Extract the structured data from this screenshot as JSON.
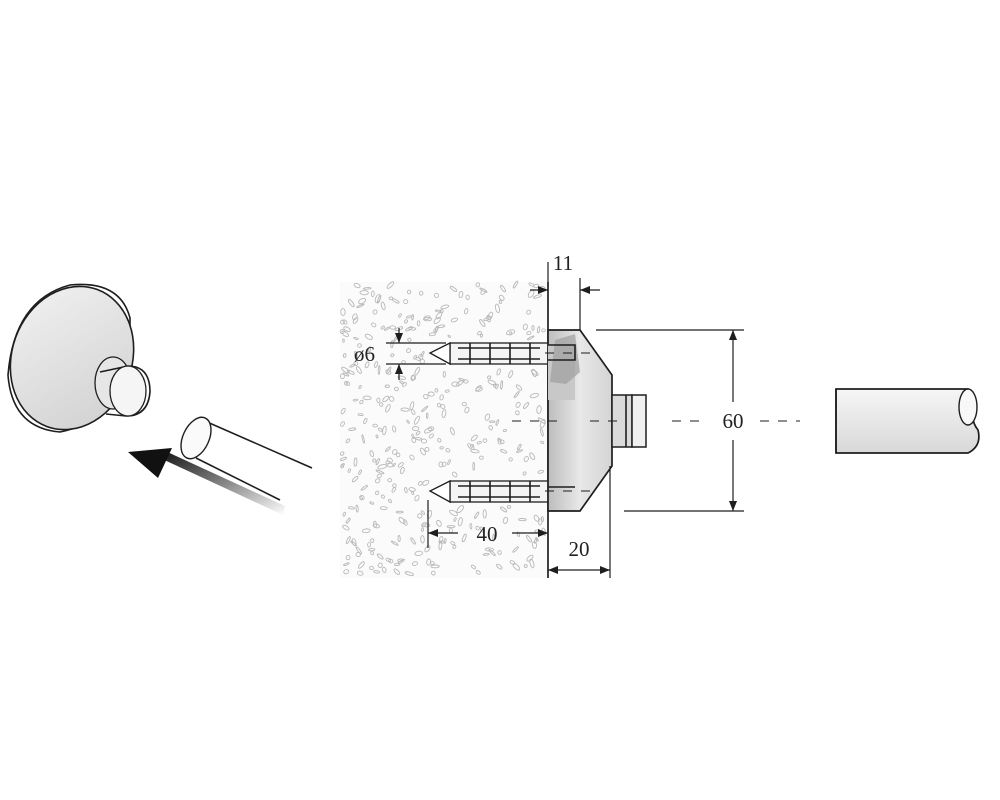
{
  "dimensions": {
    "flange_thickness": "11",
    "hole_diameter": "ø6",
    "plug_depth": "40",
    "projection": "20",
    "outer_diameter": "60"
  },
  "colors": {
    "line": "#1e1e1e",
    "body": "#e3e3e3",
    "body_shadow": "#c2c2c2",
    "wall_speckle": "#b9b9b9",
    "rod": "#eaeaea"
  },
  "icons": [
    "mounted-holder",
    "direction-arrow",
    "rod"
  ]
}
